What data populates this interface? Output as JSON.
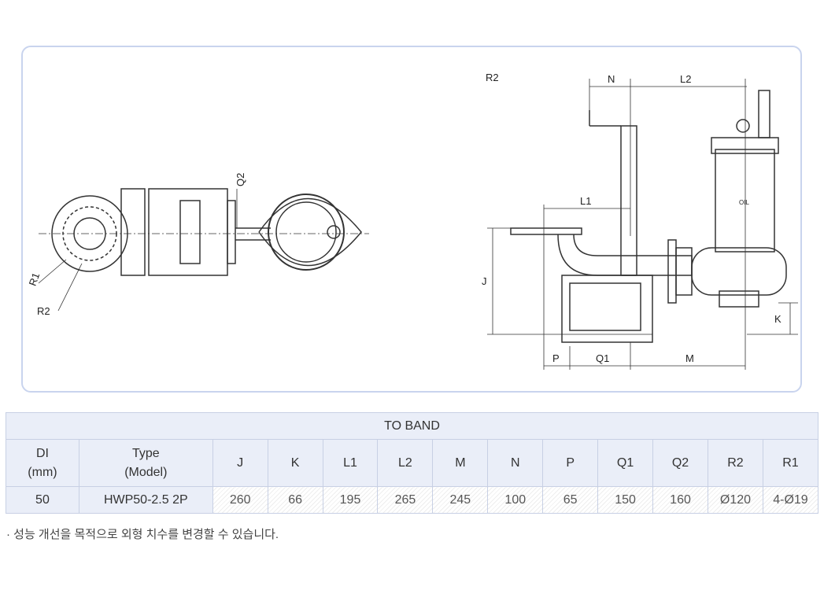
{
  "drawing": {
    "labels": {
      "r1": "R1",
      "r2_left": "R2",
      "q2": "Q2",
      "r2_right": "R2",
      "n": "N",
      "l2": "L2",
      "l1": "L1",
      "j": "J",
      "k": "K",
      "p": "P",
      "q1": "Q1",
      "m": "M",
      "oil": "OIL"
    }
  },
  "table": {
    "title": "TO BAND",
    "headers": [
      {
        "line1": "DI",
        "line2": "(mm)"
      },
      {
        "line1": "Type",
        "line2": "(Model)"
      }
    ],
    "columns": [
      "J",
      "K",
      "L1",
      "L2",
      "M",
      "N",
      "P",
      "Q1",
      "Q2",
      "R2",
      "R1"
    ],
    "row": {
      "di": "50",
      "model": "HWP50-2.5 2P",
      "values": [
        "260",
        "66",
        "195",
        "265",
        "245",
        "100",
        "65",
        "150",
        "160",
        "Ø120",
        "4-Ø19"
      ]
    }
  },
  "note": "· 성능 개선을 목적으로 외형 치수를 변경할 수 있습니다."
}
